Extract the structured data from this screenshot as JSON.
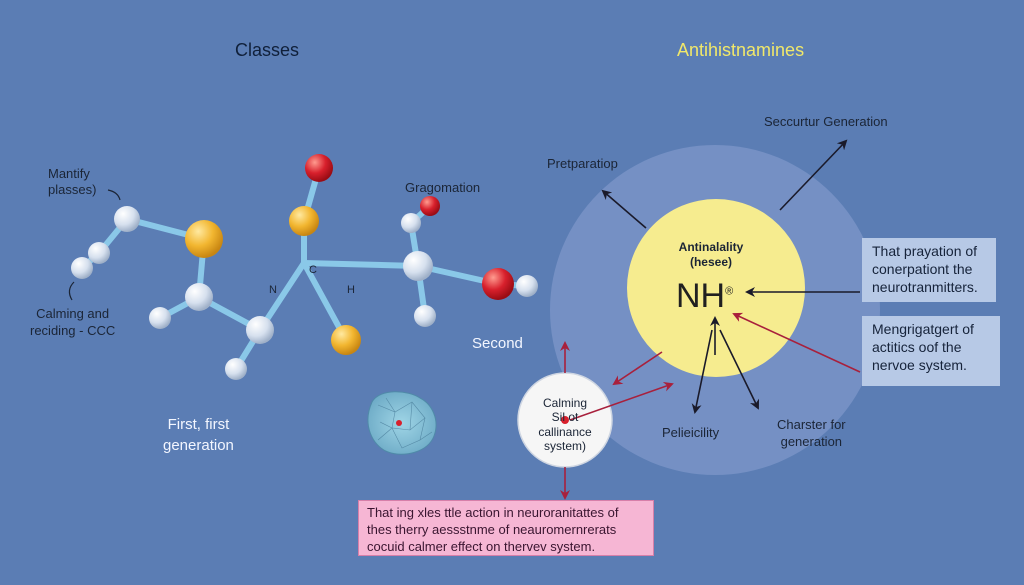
{
  "headings": {
    "left": "Classes",
    "right": "Antihistnamines"
  },
  "molecule": {
    "many_label": [
      "Mantify",
      "plasses)"
    ],
    "calming_label": [
      "Calming and",
      "reciding - CCC"
    ],
    "first_label": [
      "First, first",
      "generation"
    ],
    "grag_label": "Gragomation",
    "atom_n": "N",
    "atom_c": "C",
    "atom_h": "H",
    "second_label": "Second"
  },
  "diagram": {
    "preparation_label": "Pretparatiop",
    "successor_label": "Seccurtur Generation",
    "center_title": [
      "Antinalality",
      "(hesee)"
    ],
    "center_formula": "NH",
    "center_superscript": "®",
    "pelicity_label": "Pelieicility",
    "charster_label": [
      "Charster for",
      "generation"
    ],
    "calming_circle": [
      "Calming",
      "Sil ot",
      "callinance",
      "system)"
    ]
  },
  "info_boxes": [
    [
      "That prayation of",
      "conerpationt the",
      "neurotranmitters."
    ],
    [
      "Mengrigatgert of",
      "actitics oof the",
      "nervoe system."
    ]
  ],
  "caption": [
    "That ing xles ttle action in neuroranitattes of",
    "thes therry aessstnme of neauromernrerats",
    "cocuid calmer effect on thervev system."
  ],
  "colors": {
    "background": "#5b7db4",
    "bond": "#8ac8e8",
    "atom_white": "#dde6f2",
    "atom_gold": "#f2b630",
    "atom_red": "#d8202c",
    "halo": "#7d97c9",
    "core": "#f6ec8f",
    "arrow_dark": "#1a1a2a",
    "arrow_red": "#a8203c",
    "caption_bg": "#f6b6d4"
  }
}
